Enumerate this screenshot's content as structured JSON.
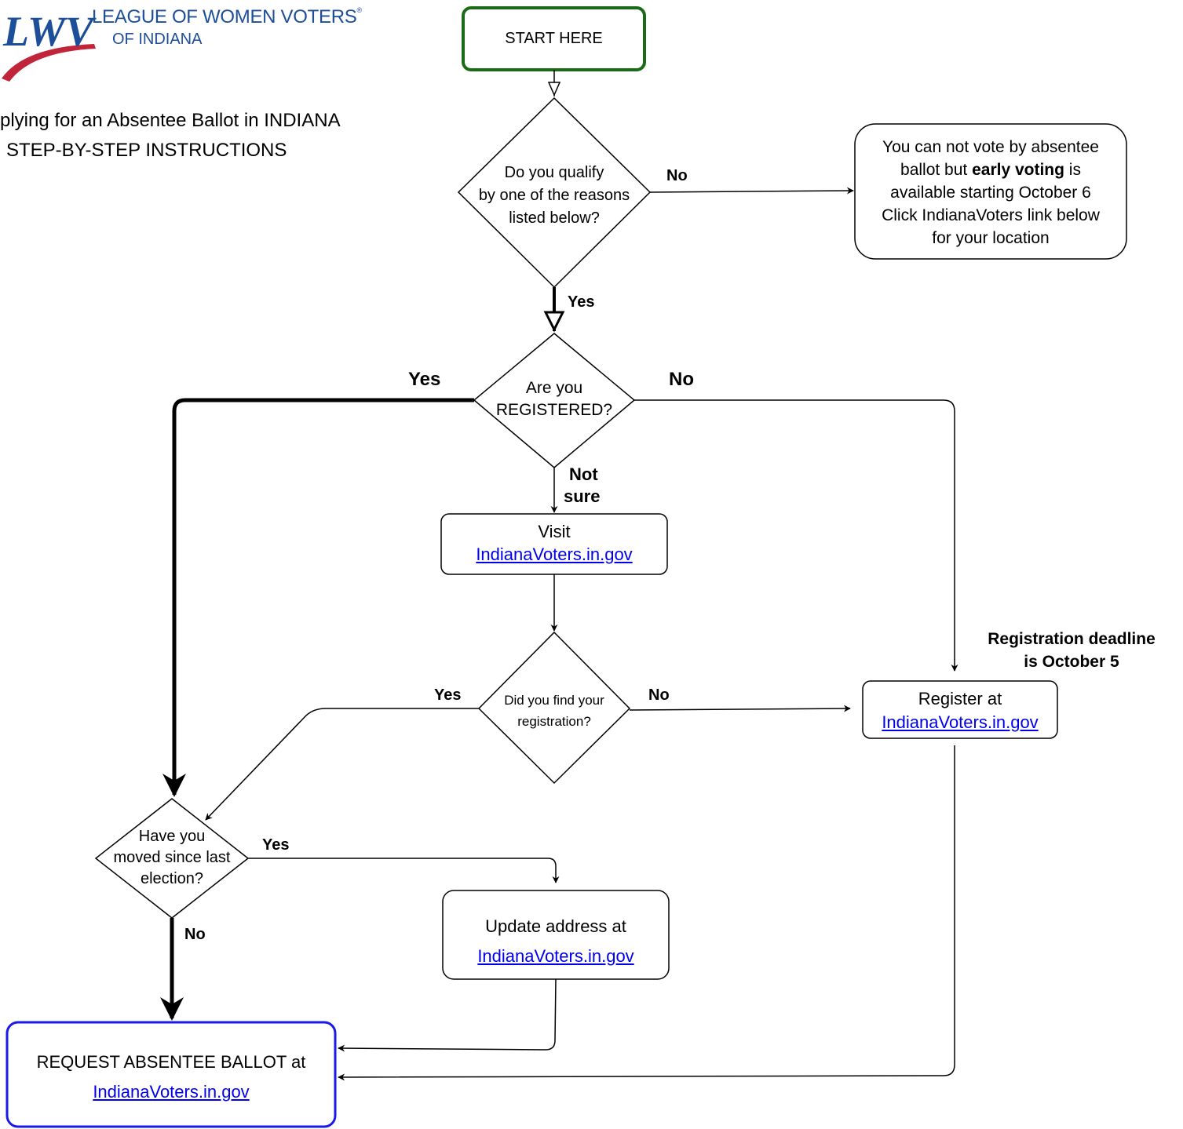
{
  "logo": {
    "mark": "LWV",
    "line1": "LEAGUE OF WOMEN VOTERS",
    "registered": "®",
    "line2": "OF INDIANA"
  },
  "title": {
    "line1": "plying for an Absentee Ballot in INDIANA",
    "line2": "STEP-BY-STEP INSTRUCTIONS"
  },
  "colors": {
    "start_border": "#1a6b16",
    "end_border": "#1a1ae6",
    "link": "#0000ee",
    "logo_blue": "#1c4e9a",
    "logo_red": "#c0253a"
  },
  "nodes": {
    "start": "START HERE",
    "qualify": {
      "line1": "Do you qualify",
      "line2": "by one of the reasons",
      "line3": "listed below?"
    },
    "cannot": {
      "line1": "You can not vote by absentee",
      "line2_pre": "ballot but ",
      "line2_bold": "early voting",
      "line2_post": " is",
      "line3": "available starting October 6",
      "line4": "Click IndianaVoters link below",
      "line5": "for your location"
    },
    "registered": {
      "line1": "Are you",
      "line2": "REGISTERED?"
    },
    "visit": {
      "line1": "Visit",
      "link": "IndianaVoters.in.gov"
    },
    "found": {
      "line1": "Did you find your",
      "line2": "registration?"
    },
    "register": {
      "line1": "Register at",
      "link": "IndianaVoters.in.gov"
    },
    "moved": {
      "line1": "Have you",
      "line2": "moved since last",
      "line3": "election?"
    },
    "update": {
      "line1": "Update address at",
      "link": "IndianaVoters.in.gov"
    },
    "request": {
      "line1": "REQUEST ABSENTEE BALLOT at",
      "link": "IndianaVoters.in.gov"
    }
  },
  "edge_labels": {
    "qualify_no": "No",
    "qualify_yes": "Yes",
    "registered_yes": "Yes",
    "registered_no": "No",
    "not_sure_1": "Not",
    "not_sure_2": "sure",
    "found_yes": "Yes",
    "found_no": "No",
    "moved_yes": "Yes",
    "moved_no": "No",
    "deadline_1": "Registration deadline",
    "deadline_2": "is October 5"
  }
}
